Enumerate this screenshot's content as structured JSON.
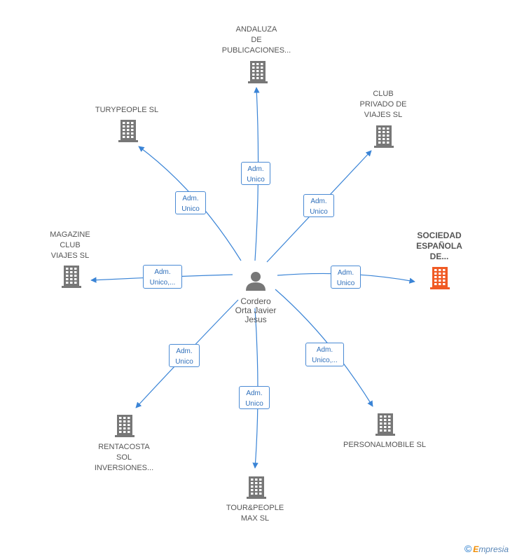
{
  "center": {
    "name": "Cordero\nOrta Javier\nJesus",
    "icon": "person-icon"
  },
  "colors": {
    "edge": "#3a84d6",
    "building": "#777777",
    "highlight": "#f05a24",
    "role_border": "#4a8ad4",
    "role_text": "#2f6fba"
  },
  "nodes": [
    {
      "id": "andaluza",
      "label": "ANDALUZA\nDE\nPUBLICACIONES...",
      "role": "Adm.\nUnico",
      "icon": "building-icon",
      "highlight": false
    },
    {
      "id": "club-privado",
      "label": "CLUB\nPRIVADO DE\nVIAJES  SL",
      "role": "Adm.\nUnico",
      "icon": "building-icon",
      "highlight": false
    },
    {
      "id": "sociedad",
      "label": "SOCIEDAD\nESPAÑOLA\nDE...",
      "role": "Adm.\nUnico",
      "icon": "building-icon",
      "highlight": true
    },
    {
      "id": "personalmobile",
      "label": "PERSONALMOBILE SL",
      "role": "Adm.\nUnico,...",
      "icon": "building-icon",
      "highlight": false
    },
    {
      "id": "tour-people",
      "label": "TOUR&PEOPLE\nMAX  SL",
      "role": "Adm.\nUnico",
      "icon": "building-icon",
      "highlight": false
    },
    {
      "id": "rentacosta",
      "label": "RENTACOSTA\nSOL\nINVERSIONES...",
      "role": "Adm.\nUnico",
      "icon": "building-icon",
      "highlight": false
    },
    {
      "id": "magazine",
      "label": "MAGAZINE\nCLUB\nVIAJES  SL",
      "role": "Adm.\nUnico,...",
      "icon": "building-icon",
      "highlight": false
    },
    {
      "id": "turypeople",
      "label": "TURYPEOPLE SL",
      "role": "Adm.\nUnico",
      "icon": "building-icon",
      "highlight": false
    }
  ],
  "brand": {
    "copyright": "©",
    "initial": "E",
    "rest": "mpresia"
  }
}
